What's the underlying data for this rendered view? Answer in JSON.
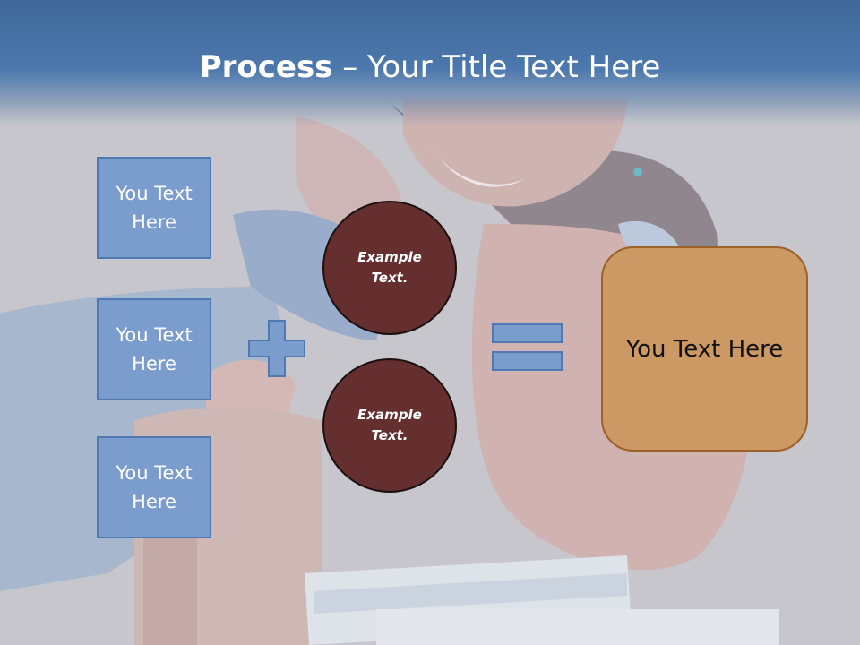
{
  "slide": {
    "title_bold": "Process",
    "title_rest": " – Your Title Text Here"
  },
  "left_boxes": [
    {
      "label": "You Text Here"
    },
    {
      "label": "You Text Here"
    },
    {
      "label": "You Text Here"
    }
  ],
  "circles": [
    {
      "label": "Example Text."
    },
    {
      "label": "Example Text."
    }
  ],
  "result_box": {
    "label": "You Text Here"
  },
  "colors": {
    "header_blue": "#4c78ad",
    "box_fill": "#7b9dcd",
    "box_border": "#4f79b3",
    "circle_fill": "#652f2f",
    "result_fill": "#cc9864",
    "result_border": "#9a6227"
  },
  "icons": {
    "plus": "plus-icon",
    "equals": "equals-icon",
    "background": "student-with-books-photo"
  }
}
